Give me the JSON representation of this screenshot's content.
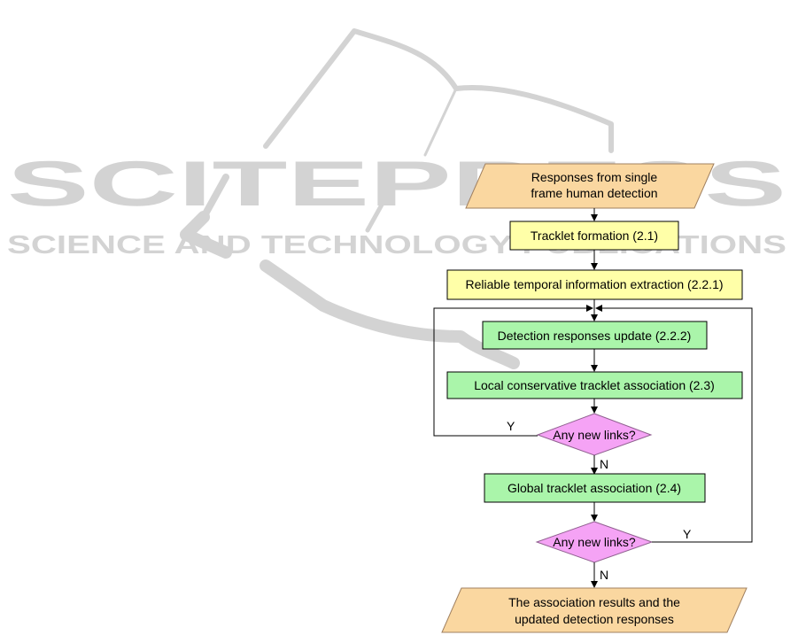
{
  "watermark": {
    "title": "SCITEPRESS",
    "subtitle": "SCIENCE AND TECHNOLOGY PUBLICATIONS",
    "color": "#d3d3d3"
  },
  "colors": {
    "io": "#fad7a0",
    "yellow": "#ffffa8",
    "green": "#aaf5aa",
    "diamond": "#f5a3f5",
    "line": "#000000"
  },
  "nodes": {
    "input": {
      "line1": "Responses from single",
      "line2": "frame human detection"
    },
    "tracklet_formation": "Tracklet formation (2.1)",
    "reliable_extraction": "Reliable temporal information extraction (2.2.1)",
    "detection_update": "Detection responses update (2.2.2)",
    "local_association": "Local conservative tracklet association (2.3)",
    "decision1": "Any new links?",
    "global_association": "Global tracklet association (2.4)",
    "decision2": "Any new links?",
    "output": {
      "line1": "The association results and the",
      "line2": "updated detection responses"
    }
  },
  "edge_labels": {
    "decision1_yes": "Y",
    "decision1_no": "N",
    "decision2_yes": "Y",
    "decision2_no": "N"
  }
}
